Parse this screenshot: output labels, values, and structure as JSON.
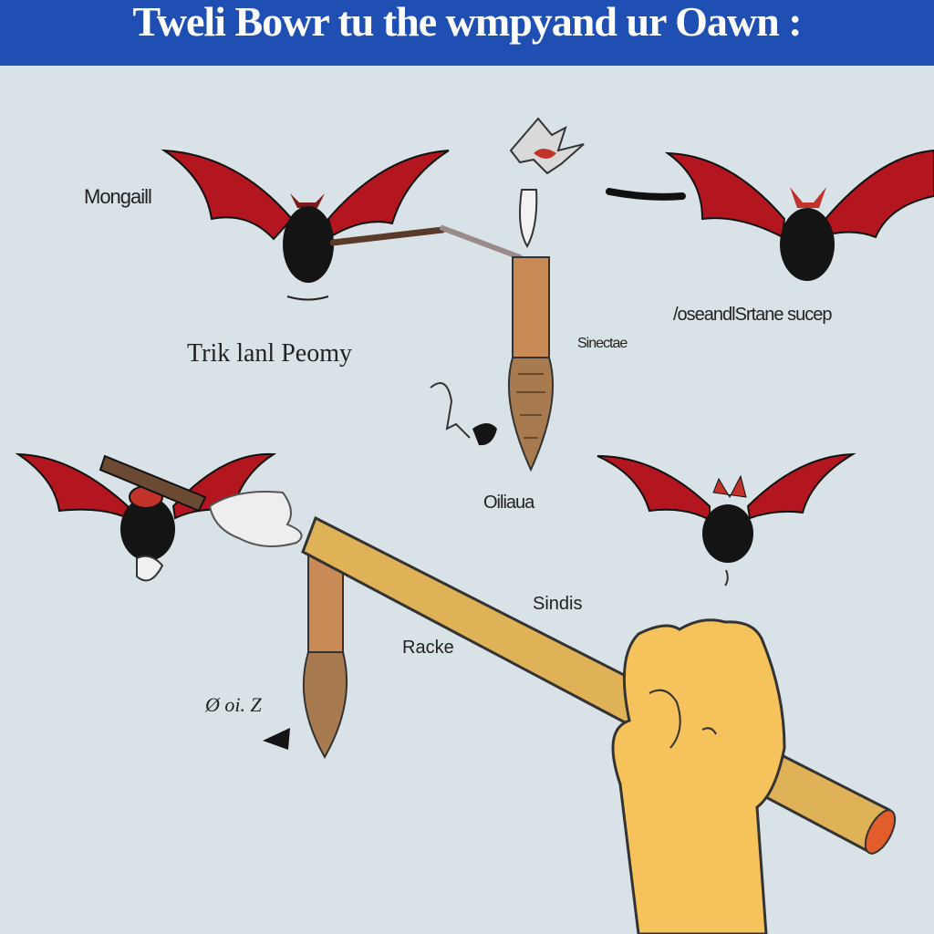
{
  "banner": {
    "title": "Tweli Bowr tu the wmpyand ur Oawn :"
  },
  "labels": {
    "l1": "Mongaill",
    "l2": "Trik lanl Peomy",
    "l3": "/oseandlSrtane sucep",
    "l4": "Sinectae",
    "l5": "Oiliaua",
    "l6": "Sindis",
    "l7": "Racke",
    "l8": "Ø oi. Z"
  },
  "colors": {
    "banner": "#1f4fb3",
    "background": "#d9e3e7",
    "wing": "#b3161f",
    "bat_body": "#141414",
    "stick": "#e0b258",
    "hand": "#f5c25c",
    "wood": "#b07a48"
  }
}
